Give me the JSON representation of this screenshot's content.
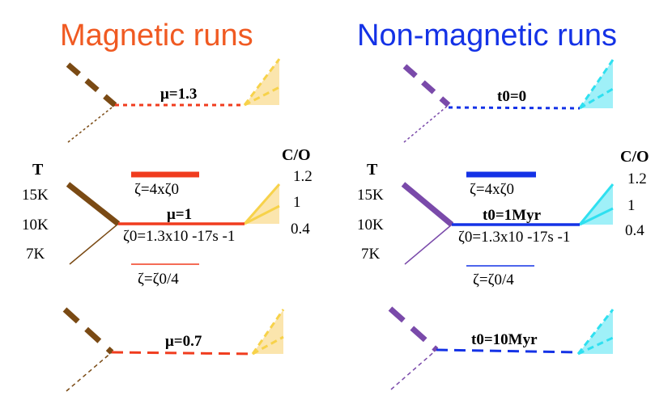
{
  "colors": {
    "magnetic": "#f05a22",
    "magnetic_line": "#f03c1e",
    "nonmagnetic": "#1432e6",
    "brown": "#7a4a14",
    "purple": "#7a4aaa",
    "yellow": "#f7d24a",
    "yellow_fill": "#fbe5ad",
    "cyan": "#2fe0f0",
    "cyan_fill": "#9ff0f8"
  },
  "magnetic": {
    "title": "Magnetic runs",
    "top_label": "μ=1.3",
    "mid_label": "μ=1",
    "bot_label": "μ=0.7",
    "zeta_high": "ζ=4xζ0",
    "zeta_base": "ζ0=1.3x10 -17s -1",
    "zeta_low": "ζ=ζ0/4",
    "t_label": "T",
    "t_values": [
      "15K",
      "10K",
      "7K"
    ],
    "co_label": "C/O",
    "co_values": [
      "1.2",
      "1",
      "0.4"
    ]
  },
  "nonmagnetic": {
    "title": "Non-magnetic runs",
    "top_label": "t0=0",
    "mid_label": "t0=1Myr",
    "bot_label": "t0=10Myr",
    "zeta_high": "ζ=4xζ0",
    "zeta_base": "ζ0=1.3x10 -17s -1",
    "zeta_low": "ζ=ζ0/4",
    "t_label": "T",
    "t_values": [
      "15K",
      "10K",
      "7K"
    ],
    "co_label": "C/O",
    "co_values": [
      "1.2",
      "1",
      "0.4"
    ]
  }
}
